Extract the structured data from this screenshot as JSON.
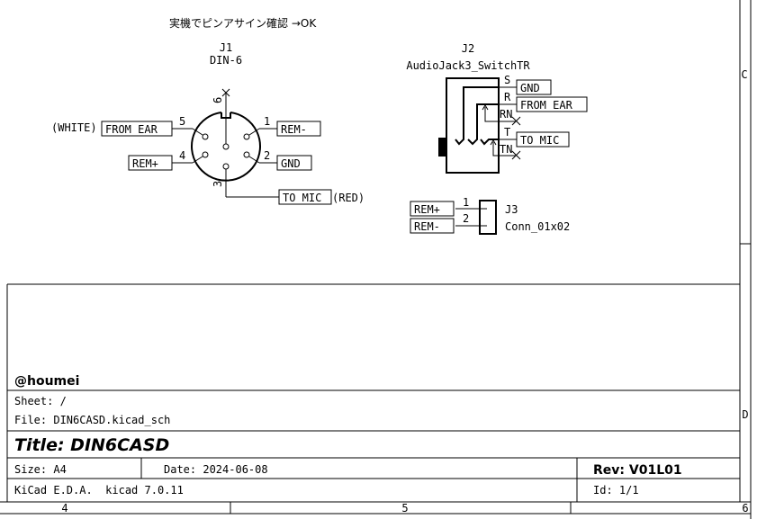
{
  "note": "実機でピンアサイン確認 →OK",
  "j1": {
    "ref": "J1",
    "value": "DIN-6",
    "pins": [
      {
        "num": "1",
        "label": "REM-"
      },
      {
        "num": "2",
        "label": "GND"
      },
      {
        "num": "3",
        "label": "TO_MIC",
        "annotation": "(RED)"
      },
      {
        "num": "4",
        "label": "REM+"
      },
      {
        "num": "5",
        "label": "FROM_EAR",
        "annotation": "(WHITE)"
      },
      {
        "num": "6",
        "label": ""
      }
    ]
  },
  "j2": {
    "ref": "J2",
    "value": "AudioJack3_SwitchTR",
    "pins": [
      {
        "name": "S",
        "label": "GND"
      },
      {
        "name": "R",
        "label": "FROM_EAR"
      },
      {
        "name": "RN",
        "label": ""
      },
      {
        "name": "T",
        "label": "TO_MIC"
      },
      {
        "name": "TN",
        "label": ""
      }
    ]
  },
  "j3": {
    "ref": "J3",
    "value": "Conn_01x02",
    "pins": [
      {
        "num": "1",
        "label": "REM+"
      },
      {
        "num": "2",
        "label": "REM-"
      }
    ]
  },
  "title_block": {
    "company": "@houmei",
    "sheet": "Sheet: /",
    "file": "File: DIN6CASD.kicad_sch",
    "title": "Title: DIN6CASD",
    "size": "Size: A4",
    "date": "Date: 2024-06-08",
    "rev": "Rev: V01L01",
    "tool": "KiCad E.D.A.  kicad 7.0.11",
    "id": "Id: 1/1"
  },
  "border": {
    "columns": [
      "4",
      "5",
      "6"
    ],
    "rows": [
      "C",
      "D"
    ]
  }
}
